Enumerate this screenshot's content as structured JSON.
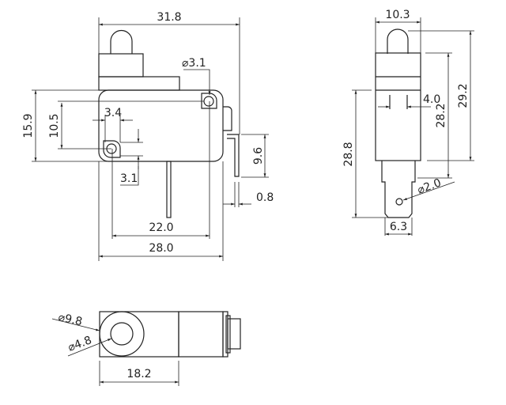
{
  "front_view": {
    "overall_width": "31.8",
    "hole_diameter": "⌀3.1",
    "mount_height": "15.9",
    "hole_spacing_vertical": "10.5",
    "hole_offset_horizontal": "3.4",
    "hole_offset_vertical": "3.1",
    "terminal_height": "9.6",
    "terminal_thickness": "0.8",
    "hole_spacing_horizontal": "22.0",
    "body_width": "28.0"
  },
  "side_view": {
    "width": "10.3",
    "overall_height": "29.2",
    "body_height": "28.2",
    "terminal_length": "28.8",
    "slot_width": "4.0",
    "terminal_hole": "⌀2.0",
    "terminal_width": "6.3"
  },
  "bottom_view": {
    "outer_diameter": "⌀9.8",
    "inner_diameter": "⌀4.8",
    "length": "18.2"
  }
}
